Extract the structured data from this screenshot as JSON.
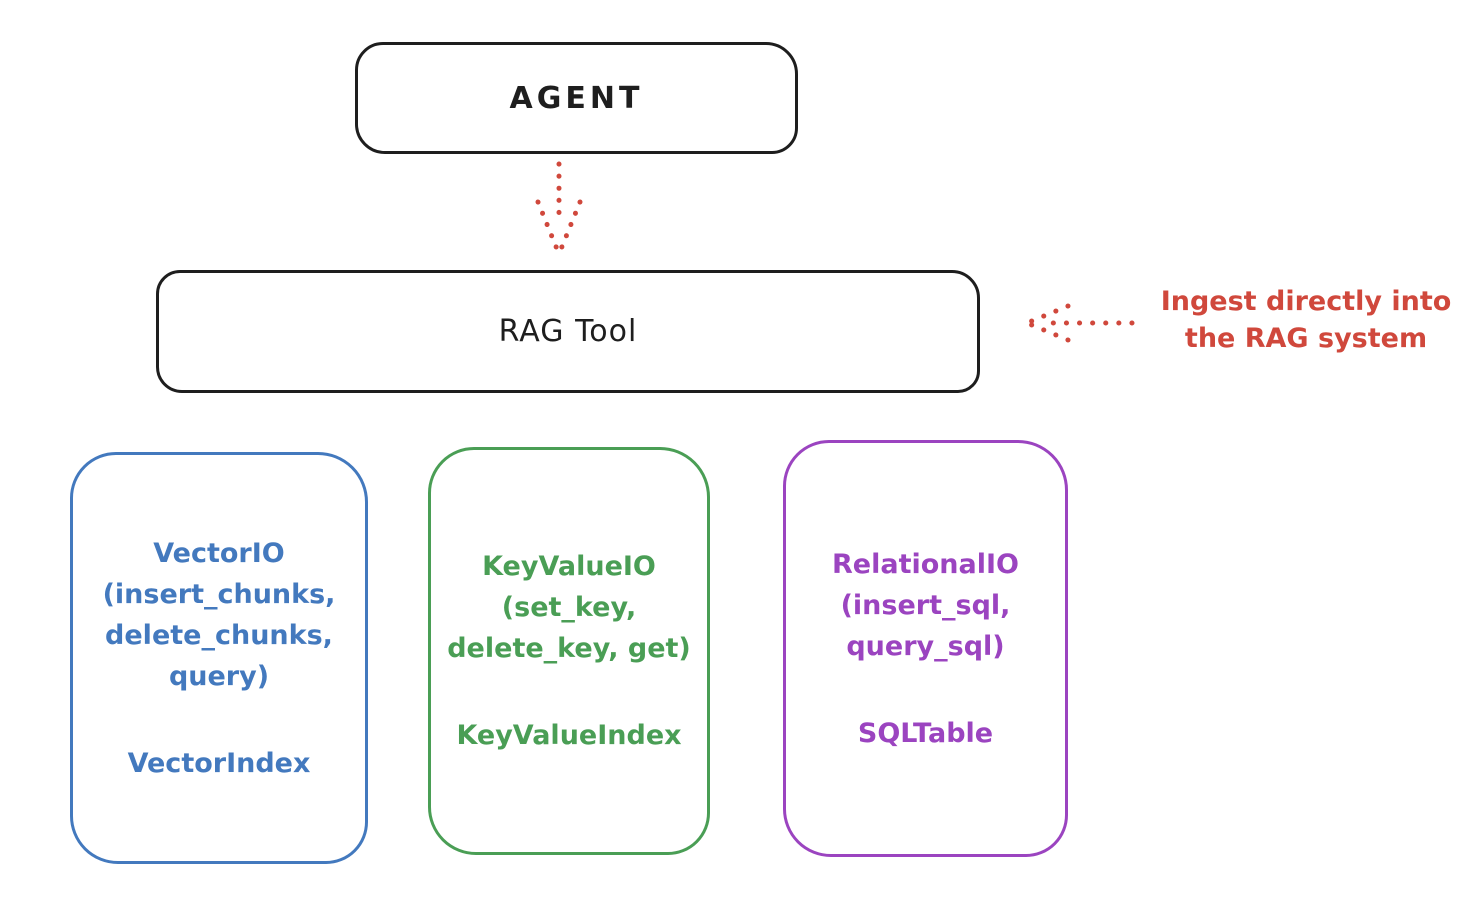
{
  "agent": {
    "label": "AGENT"
  },
  "rag_tool": {
    "label": "RAG Tool"
  },
  "annotation": {
    "line1": "Ingest directly into",
    "line2": "the RAG system"
  },
  "backends": [
    {
      "id": "vector-io",
      "color": "#4379be",
      "lines": [
        "VectorIO",
        "(insert_chunks,",
        "delete_chunks,",
        "query)"
      ],
      "index_label": "VectorIndex"
    },
    {
      "id": "keyvalue-io",
      "color": "#4a9e55",
      "lines": [
        "KeyValueIO",
        "(set_key,",
        "delete_key, get)"
      ],
      "index_label": "KeyValueIndex"
    },
    {
      "id": "relational-io",
      "color": "#9b44c0",
      "lines": [
        "RelationalIO",
        "(insert_sql,",
        "query_sql)"
      ],
      "index_label": "SQLTable"
    }
  ],
  "colors": {
    "stroke": "#1e1e1e",
    "red": "#d0483c"
  }
}
